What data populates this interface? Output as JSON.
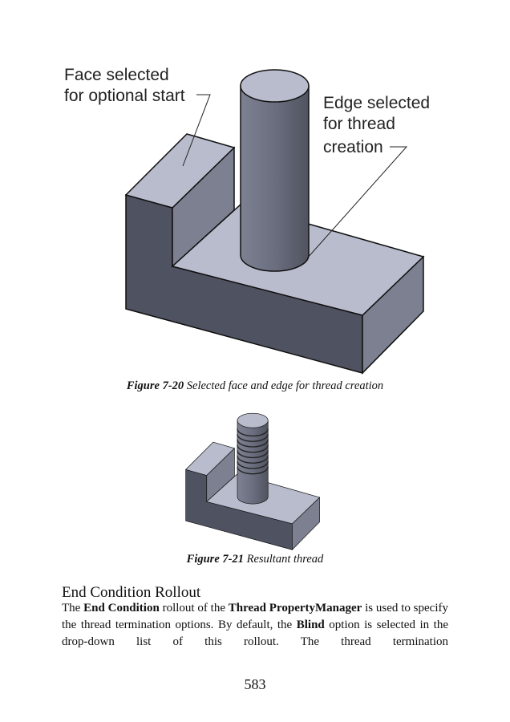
{
  "figure1": {
    "callout_face": [
      "Face selected",
      "for optional start"
    ],
    "callout_edge": [
      "Edge selected",
      "for thread",
      "creation"
    ],
    "caption_number": "Figure 7-20",
    "caption_text": " Selected face and edge for thread creation"
  },
  "figure2": {
    "caption_number": "Figure 7-21",
    "caption_text": " Resultant thread"
  },
  "section": {
    "heading": "End Condition Rollout",
    "body": [
      {
        "t": "The "
      },
      {
        "b": "End Condition"
      },
      {
        "t": " rollout of the "
      },
      {
        "b": "Thread PropertyManager"
      },
      {
        "t": " is used to specify the thread termination options. By default, the "
      },
      {
        "b": "Blind"
      },
      {
        "t": " option is selected in the drop-down list of this rollout. The thread termination"
      }
    ]
  },
  "page_number": "583",
  "colors": {
    "top_face": "#b9bccd",
    "front_face": "#4f5261",
    "side_face": "#7c8090",
    "cylinder": "#6e7283"
  }
}
